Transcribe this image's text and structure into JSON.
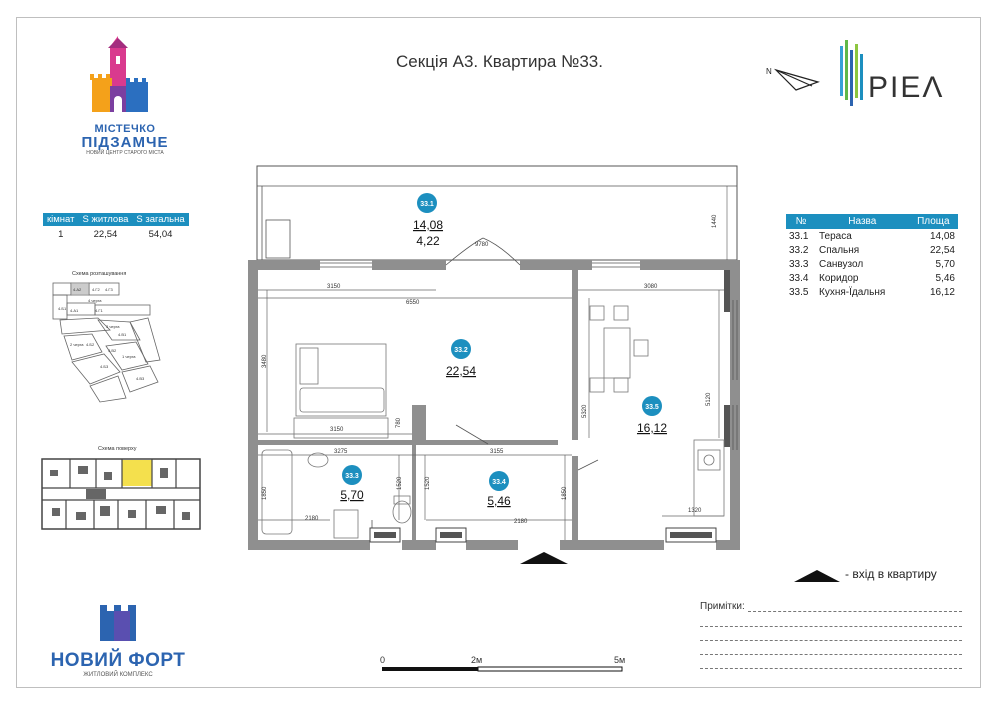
{
  "title": "Секція А3. Квартира №33.",
  "logo_top_left": {
    "line1": "МІСТЕЧКО",
    "line2": "ПІДЗАМЧЕ",
    "sub": "НОВИЙ ЦЕНТР СТАРОГО МІСТА"
  },
  "logo_top_right": {
    "word": "PIEΛ",
    "north": "N"
  },
  "stats": {
    "headers": [
      "кімнат",
      "S житлова",
      "S загальна"
    ],
    "values": [
      "1",
      "22,54",
      "54,04"
    ]
  },
  "location_scheme_label": "Схема розташування",
  "floor_scheme_label": "Схема поверху",
  "location_labels": [
    "4.А2",
    "4.Г2",
    "4.Г3",
    "4.Г1",
    "4.Б1",
    "4.А1",
    "4.В1",
    "4.В2",
    "4.Б2",
    "4.Б3",
    "4.В3",
    "3 черга",
    "4 черга",
    "2 черга",
    "1 черга"
  ],
  "rooms_table": {
    "headers": [
      "№",
      "Назва",
      "Площа"
    ],
    "rows": [
      {
        "num": "33.1",
        "name": "Тераса",
        "area": "14,08"
      },
      {
        "num": "33.2",
        "name": "Спальня",
        "area": "22,54"
      },
      {
        "num": "33.3",
        "name": "Санвузол",
        "area": "5,70"
      },
      {
        "num": "33.4",
        "name": "Коридор",
        "area": "5,46"
      },
      {
        "num": "33.5",
        "name": "Кухня-Їдальня",
        "area": "16,12"
      }
    ]
  },
  "plan": {
    "tags": [
      "33.1",
      "33.2",
      "33.3",
      "33.4",
      "33.5"
    ],
    "areas": [
      "14,08",
      "22,54",
      "5,70",
      "5,46",
      "16,12"
    ],
    "terrace_reduced_area": "4,22",
    "dims": [
      "9780",
      "1440",
      "3150",
      "6550",
      "3080",
      "3480",
      "3150",
      "780",
      "3275",
      "3155",
      "5320",
      "5120",
      "1850",
      "1520",
      "1520",
      "2180",
      "2180",
      "1850",
      "1320"
    ]
  },
  "legend": {
    "entrance": "- вхід в квартиру"
  },
  "notes_label": "Примітки:",
  "logo_bottom_left": {
    "name": "НОВИЙ ФОРТ",
    "sub": "ЖИТЛОВИЙ КОМПЛЕКС"
  },
  "scale": {
    "labels": [
      "0",
      "2м",
      "5м"
    ]
  },
  "colors": {
    "accent": "#1c8fbf",
    "brand_blue": "#2c64b0",
    "wall": "#8f8f8f"
  }
}
